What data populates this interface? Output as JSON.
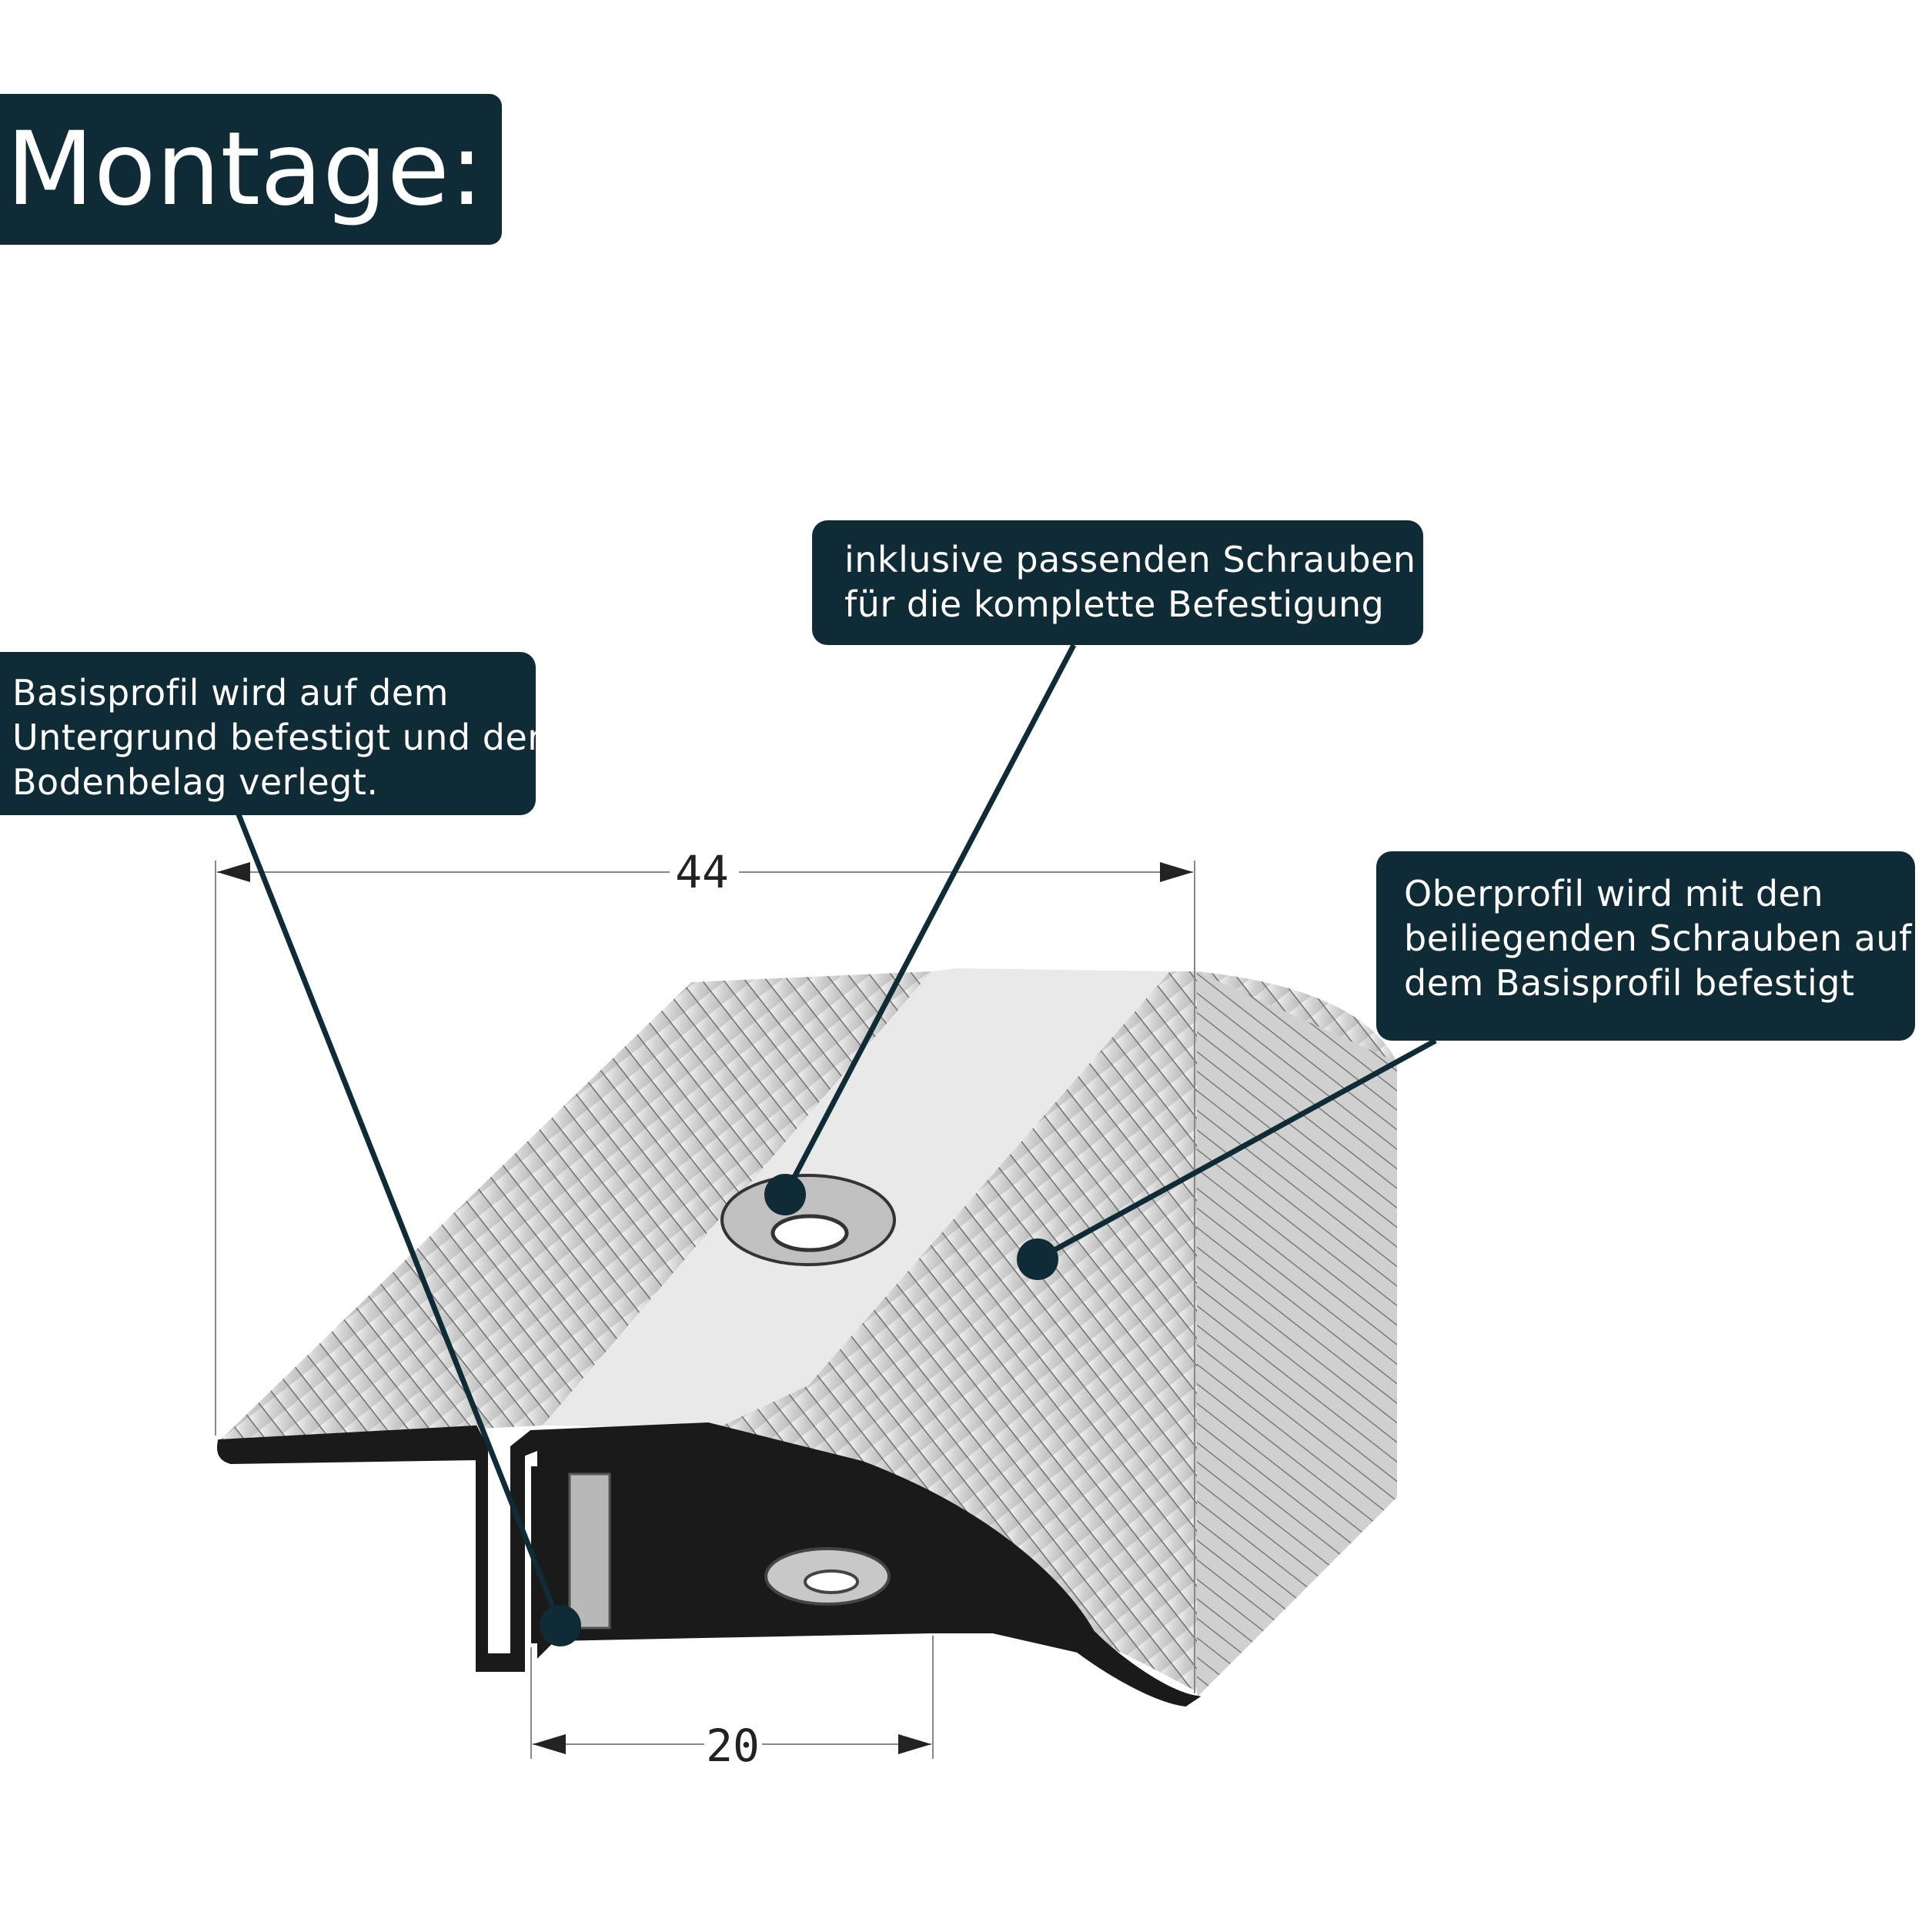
{
  "title": "Montage:",
  "callouts": {
    "basis": [
      "Basisprofil wird auf dem",
      "Untergrund befestigt und der",
      "Bodenbelag verlegt."
    ],
    "screws": [
      "inklusive passenden Schrauben",
      "für die komplette Befestigung"
    ],
    "ober": [
      "Oberprofil wird mit den",
      "beiliegenden Schrauben auf",
      "dem Basisprofil befestigt"
    ]
  },
  "dimensions": {
    "width": "44",
    "base_width": "20"
  },
  "colors": {
    "callout_bg": "#0f2b36",
    "callout_text": "#ffffff",
    "metal_light": "#e8e8e8",
    "metal_mid": "#bdbdbd",
    "outline": "#1a1a1a"
  }
}
